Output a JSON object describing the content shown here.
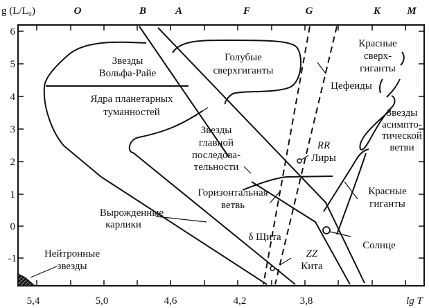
{
  "axes": {
    "y_label": "g (L/L₀)",
    "x_label": "lg T",
    "y_ticks": [
      "6",
      "5",
      "4",
      "3",
      "2",
      "1",
      "0",
      "-1"
    ],
    "x_ticks": [
      "5,4",
      "5,0",
      "4,6",
      "4,2",
      "3,8"
    ],
    "spectral_classes": [
      "O",
      "B",
      "A",
      "F",
      "G",
      "K",
      "M"
    ]
  },
  "regions": {
    "wolf_rayet": [
      "Звезды",
      "Вольфа-Райе"
    ],
    "planetary_nuclei": [
      "Ядра планетарных",
      "туманностей"
    ],
    "blue_supergiants": [
      "Голубые",
      "сверхгиганты"
    ],
    "red_supergiants": [
      "Красные",
      "сверх-",
      "гиганты"
    ],
    "cepheids": "Цефеиды",
    "agb": [
      "Звезды",
      "асимпто-",
      "тической",
      "ветви"
    ],
    "main_sequence": [
      "Звезды",
      "главной",
      "последова-",
      "тельности"
    ],
    "rr_lyrae": [
      "RR",
      "Лиры"
    ],
    "horizontal_branch": [
      "Горизонтальная",
      "ветвь"
    ],
    "red_giants": [
      "Красные",
      "гиганты"
    ],
    "white_dwarfs": [
      "Вырожденные",
      "карлики"
    ],
    "delta_scuti": "δ Щита",
    "sun": "Солнце",
    "zz_ceti": [
      "ZZ",
      "Кита"
    ],
    "neutron_stars": [
      "Нейтронные",
      "звезды"
    ]
  }
}
